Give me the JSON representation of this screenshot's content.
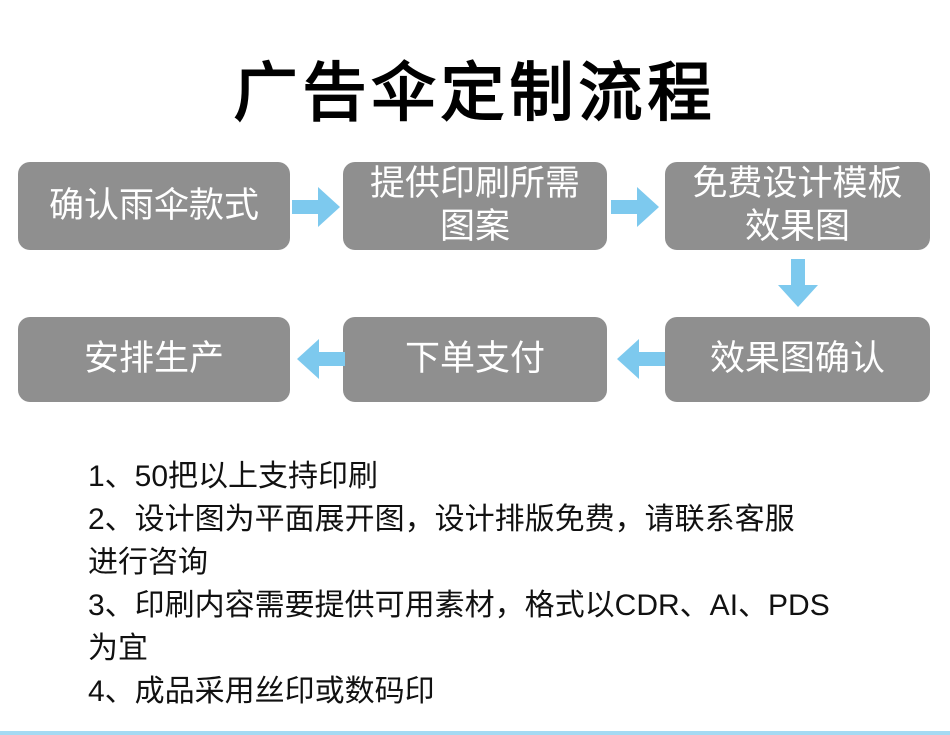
{
  "title": "广告伞定制流程",
  "flow": {
    "steps": [
      {
        "label": "确认雨伞款式"
      },
      {
        "label": "提供印刷所需\n图案"
      },
      {
        "label": "免费设计模板\n效果图"
      },
      {
        "label": "效果图确认"
      },
      {
        "label": "下单支付"
      },
      {
        "label": "安排生产"
      }
    ],
    "arrow_directions": [
      "right",
      "right",
      "down",
      "left",
      "left"
    ]
  },
  "notes": [
    "1、50把以上支持印刷",
    "2、设计图为平面展开图，设计排版免费，请联系客服\n进行咨询",
    "3、印刷内容需要提供可用素材，格式以CDR、AI、PDS\n为宜",
    "4、成品采用丝印或数码印"
  ],
  "colors": {
    "box_gray": "#8f8f8f",
    "arrow_blue": "#7dc9ee",
    "title_black": "#000000",
    "box_text_white": "#ffffff",
    "bottom_line_blue": "#a5daf3"
  }
}
